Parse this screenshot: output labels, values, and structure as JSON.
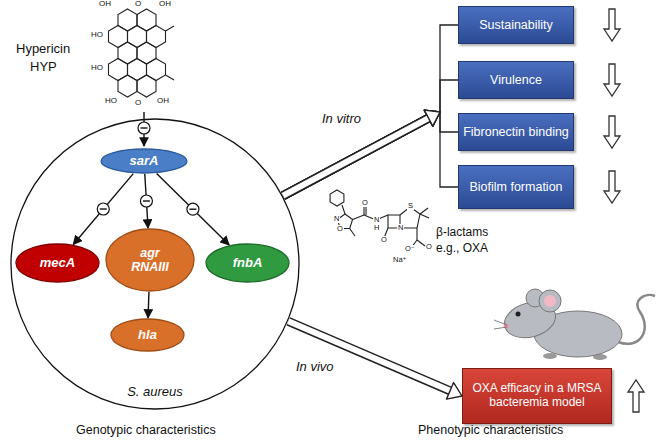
{
  "diagram": {
    "nodes": [
      {
        "text": [
          "S. aureus"
        ]
      },
      {
        "text": [
          "sarA"
        ],
        "in": 0
      },
      {
        "text": [
          "mecA"
        ],
        "in": 0
      },
      {
        "text": [
          "agr RNAIII"
        ],
        "in": 0
      },
      {
        "text": [
          "fnbA"
        ],
        "in": 0
      },
      {
        "text": [
          "hla"
        ],
        "in": 0
      },
      {
        "text": [
          "Sustainability"
        ]
      },
      {
        "text": [
          "Virulence"
        ]
      },
      {
        "text": [
          "Fibronectin binding"
        ]
      },
      {
        "text": [
          "Biofilm formation"
        ]
      },
      {
        "text": [
          "OXA efficacy in a MRSA bacteremia model"
        ]
      }
    ],
    "edges": [
      {
        "from": 0,
        "to": 6,
        "arrow": "to"
      },
      {
        "from": 0,
        "to": 7,
        "arrow": "to"
      },
      {
        "from": 0,
        "to": 8,
        "arrow": "to"
      },
      {
        "from": 0,
        "to": 9,
        "arrow": "to"
      },
      {
        "from": 0,
        "to": 10,
        "arrow": "to"
      },
      {
        "from": 1,
        "to": 2,
        "arrow": "to"
      },
      {
        "from": 1,
        "to": 3,
        "arrow": "to"
      },
      {
        "from": 1,
        "to": 4,
        "arrow": "to"
      },
      {
        "from": 3,
        "to": 5,
        "arrow": "to"
      }
    ],
    "labels": [
      "Hypericin",
      "HYP",
      "OH",
      "O",
      "OH",
      "HO",
      "HO",
      "HO",
      "O",
      "OH",
      "In vitro",
      "O",
      "N",
      "O",
      "N",
      "H",
      "O",
      "N",
      "S",
      "O",
      "O⁻",
      "Na⁺",
      "β-lactams",
      "e.g., OXA",
      "In vivo",
      "Genotypic characteristics",
      "Phenotypic characteristics"
    ]
  }
}
